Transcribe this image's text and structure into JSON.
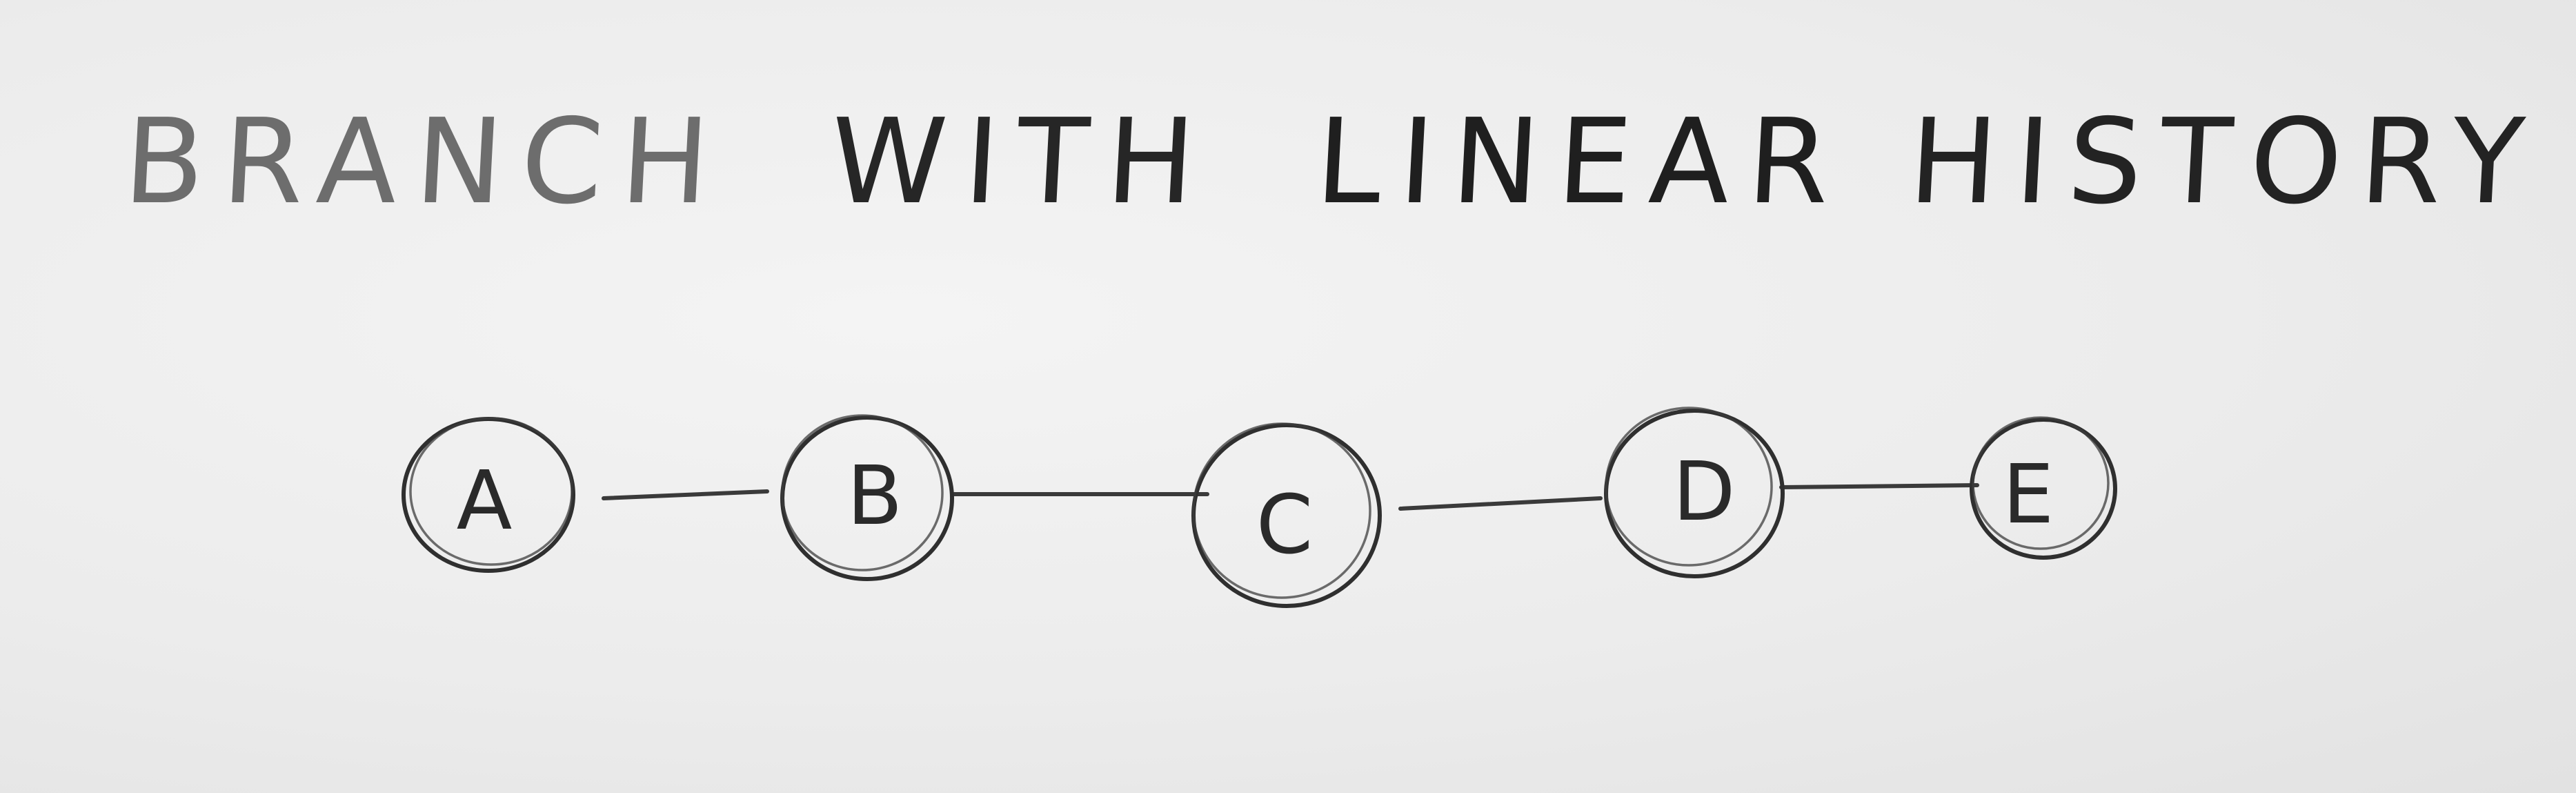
{
  "title": {
    "words": [
      "BRANCH",
      "WITH",
      "LINEAR",
      "HISTORY"
    ]
  },
  "nodes": [
    {
      "id": "A",
      "label": "A"
    },
    {
      "id": "B",
      "label": "B"
    },
    {
      "id": "C",
      "label": "C"
    },
    {
      "id": "D",
      "label": "D"
    },
    {
      "id": "E",
      "label": "E"
    }
  ],
  "edges": [
    {
      "from": "A",
      "to": "B"
    },
    {
      "from": "B",
      "to": "C"
    },
    {
      "from": "C",
      "to": "D"
    },
    {
      "from": "D",
      "to": "E"
    }
  ],
  "colors": {
    "paper": "#ececec",
    "ink": "#2a2a2a"
  }
}
